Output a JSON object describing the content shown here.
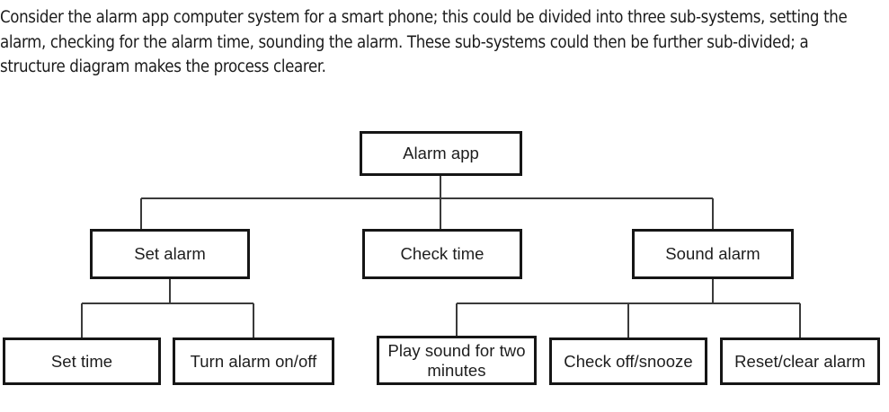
{
  "page": {
    "background_color": "#ffffff",
    "text_color": "#1b1b1b",
    "line_color": "#3a3a3a",
    "box_border_color": "#161616"
  },
  "intro": {
    "paragraph": "Consider the alarm app computer system for a smart phone; this could be divided into three sub-systems, setting the alarm, checking for the alarm time, sounding the alarm. These sub-systems could then be further sub-divided; a structure diagram makes the process clearer."
  },
  "diagram": {
    "type": "structure-diagram",
    "root": {
      "label": "Alarm app"
    },
    "level2": [
      {
        "label": "Set alarm"
      },
      {
        "label": "Check time"
      },
      {
        "label": "Sound alarm"
      }
    ],
    "level3": [
      {
        "label": "Set time",
        "parent": "Set alarm"
      },
      {
        "label": "Turn alarm on/off",
        "parent": "Set alarm"
      },
      {
        "label": "Play sound for two\nminutes",
        "parent": "Sound alarm"
      },
      {
        "label": "Check off/snooze",
        "parent": "Sound alarm"
      },
      {
        "label": "Reset/clear alarm",
        "parent": "Sound alarm"
      }
    ]
  }
}
